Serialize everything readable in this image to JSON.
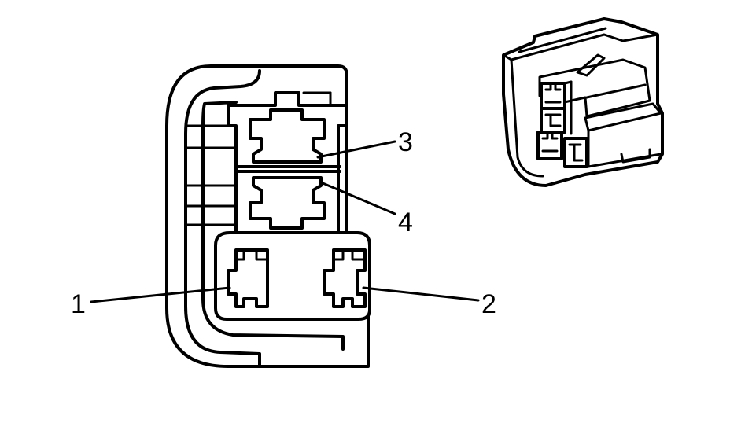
{
  "callouts": {
    "pin1": "1",
    "pin2": "2",
    "pin3": "3",
    "pin4": "4"
  },
  "colors": {
    "line": "#000000",
    "background": "#ffffff"
  }
}
